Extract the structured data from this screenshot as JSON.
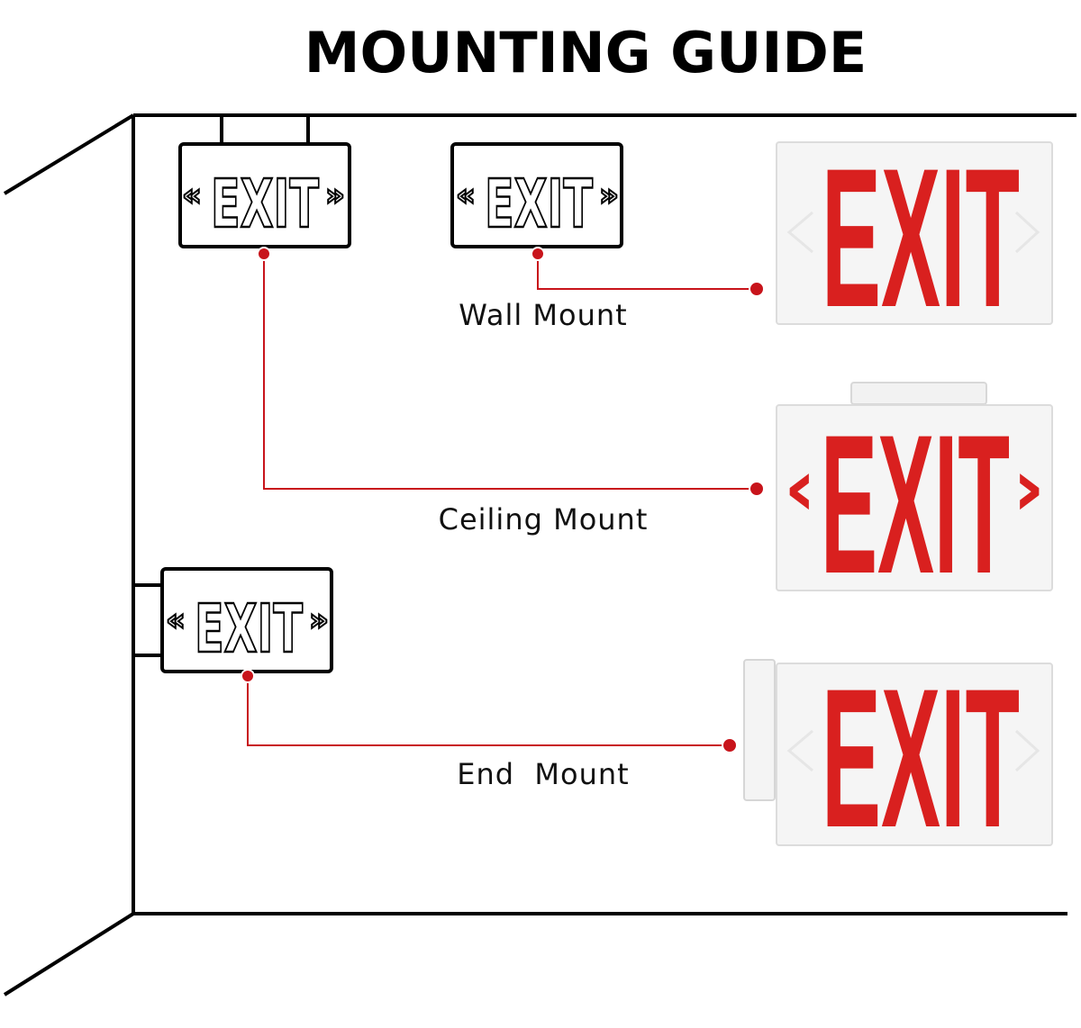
{
  "title": "MOUNTING GUIDE",
  "sign_text": "EXIT",
  "arrow_left": "«",
  "arrow_right": "»",
  "chevron_left": "‹",
  "chevron_right": "›",
  "mounts": [
    {
      "label": "Wall Mount"
    },
    {
      "label": "Ceiling Mount"
    },
    {
      "label": "End  Mount"
    }
  ],
  "colors": {
    "line": "#000000",
    "connector": "#c8141b",
    "sign_red": "#d9201f",
    "sign_panel": "#f5f5f5",
    "sign_border": "#dcdcdc"
  }
}
